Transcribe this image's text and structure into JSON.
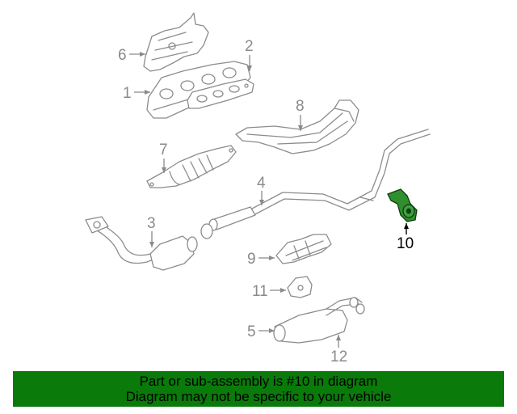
{
  "diagram": {
    "callouts": [
      "6",
      "2",
      "1",
      "8",
      "7",
      "4",
      "3",
      "10",
      "9",
      "11",
      "5",
      "12"
    ],
    "highlighted_part": "10",
    "highlight_color": "#2f8f2f"
  },
  "banner": {
    "line1": "Part or sub-assembly is #10 in diagram",
    "line2": "Diagram may not be specific to your vehicle",
    "background": "#0a7a0a"
  }
}
